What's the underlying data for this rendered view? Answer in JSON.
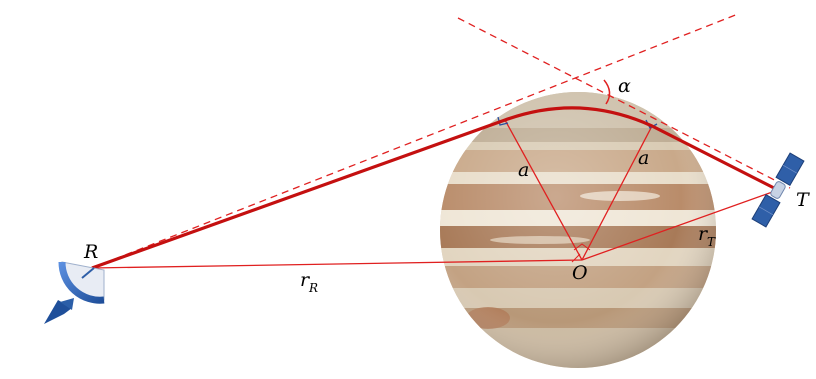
{
  "labels": {
    "receiver": "R",
    "transmitter": "T",
    "center": "O",
    "radius_left": "a",
    "radius_right": "a",
    "bending_angle": "α",
    "r_R_main": "r",
    "r_R_sub": "R",
    "r_T_main": "r",
    "r_T_sub": "T"
  },
  "colors": {
    "ray": "#cc1111",
    "geometry": "#e02020",
    "dish": "#3a6fc4",
    "satellite": "#2f5fa8"
  },
  "icons": [
    "satellite-dish-icon",
    "satellite-icon",
    "planet-jupiter"
  ]
}
